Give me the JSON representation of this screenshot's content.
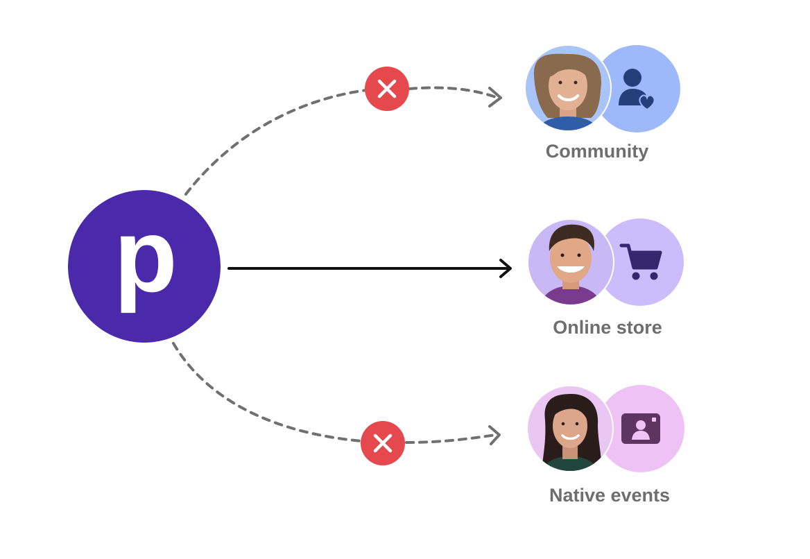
{
  "brand": {
    "logo_letter": "p",
    "color": "#4a2aab"
  },
  "destinations": [
    {
      "label": "Community",
      "icon": "user-heart-icon",
      "status": "blocked",
      "circle_color": "#9db8fb",
      "icon_color": "#243f7a",
      "avatar_bg": "#a9c4f8",
      "person": "woman-short-hair"
    },
    {
      "label": "Online store",
      "icon": "shopping-cart-icon",
      "status": "connected",
      "circle_color": "#cbbdfc",
      "icon_color": "#35266e",
      "avatar_bg": "#c9b8f6",
      "person": "man-smiling"
    },
    {
      "label": "Native events",
      "icon": "id-card-icon",
      "status": "blocked",
      "circle_color": "#efc2f5",
      "icon_color": "#5e3463",
      "avatar_bg": "#eac6f3",
      "person": "woman-long-hair"
    }
  ],
  "colors": {
    "blocked_badge": "#e5484d",
    "dashed_line": "#707070",
    "solid_line": "#111111",
    "label_text": "#6e6e6e"
  }
}
